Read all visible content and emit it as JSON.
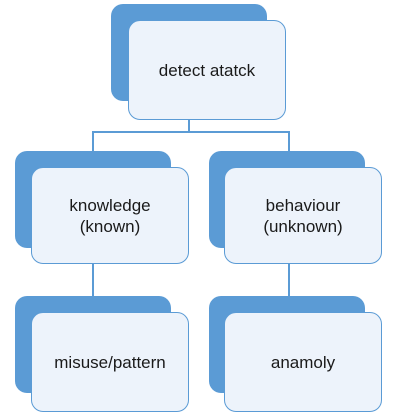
{
  "colors": {
    "accent": "#5b9bd5",
    "box_fill": "#edf3fb",
    "text": "#1a1a1a"
  },
  "nodes": {
    "root": "detect atatck",
    "left": "knowledge\n(known)",
    "right": "behaviour\n(unknown)",
    "left_child": "misuse/pattern",
    "right_child": "anamoly"
  }
}
